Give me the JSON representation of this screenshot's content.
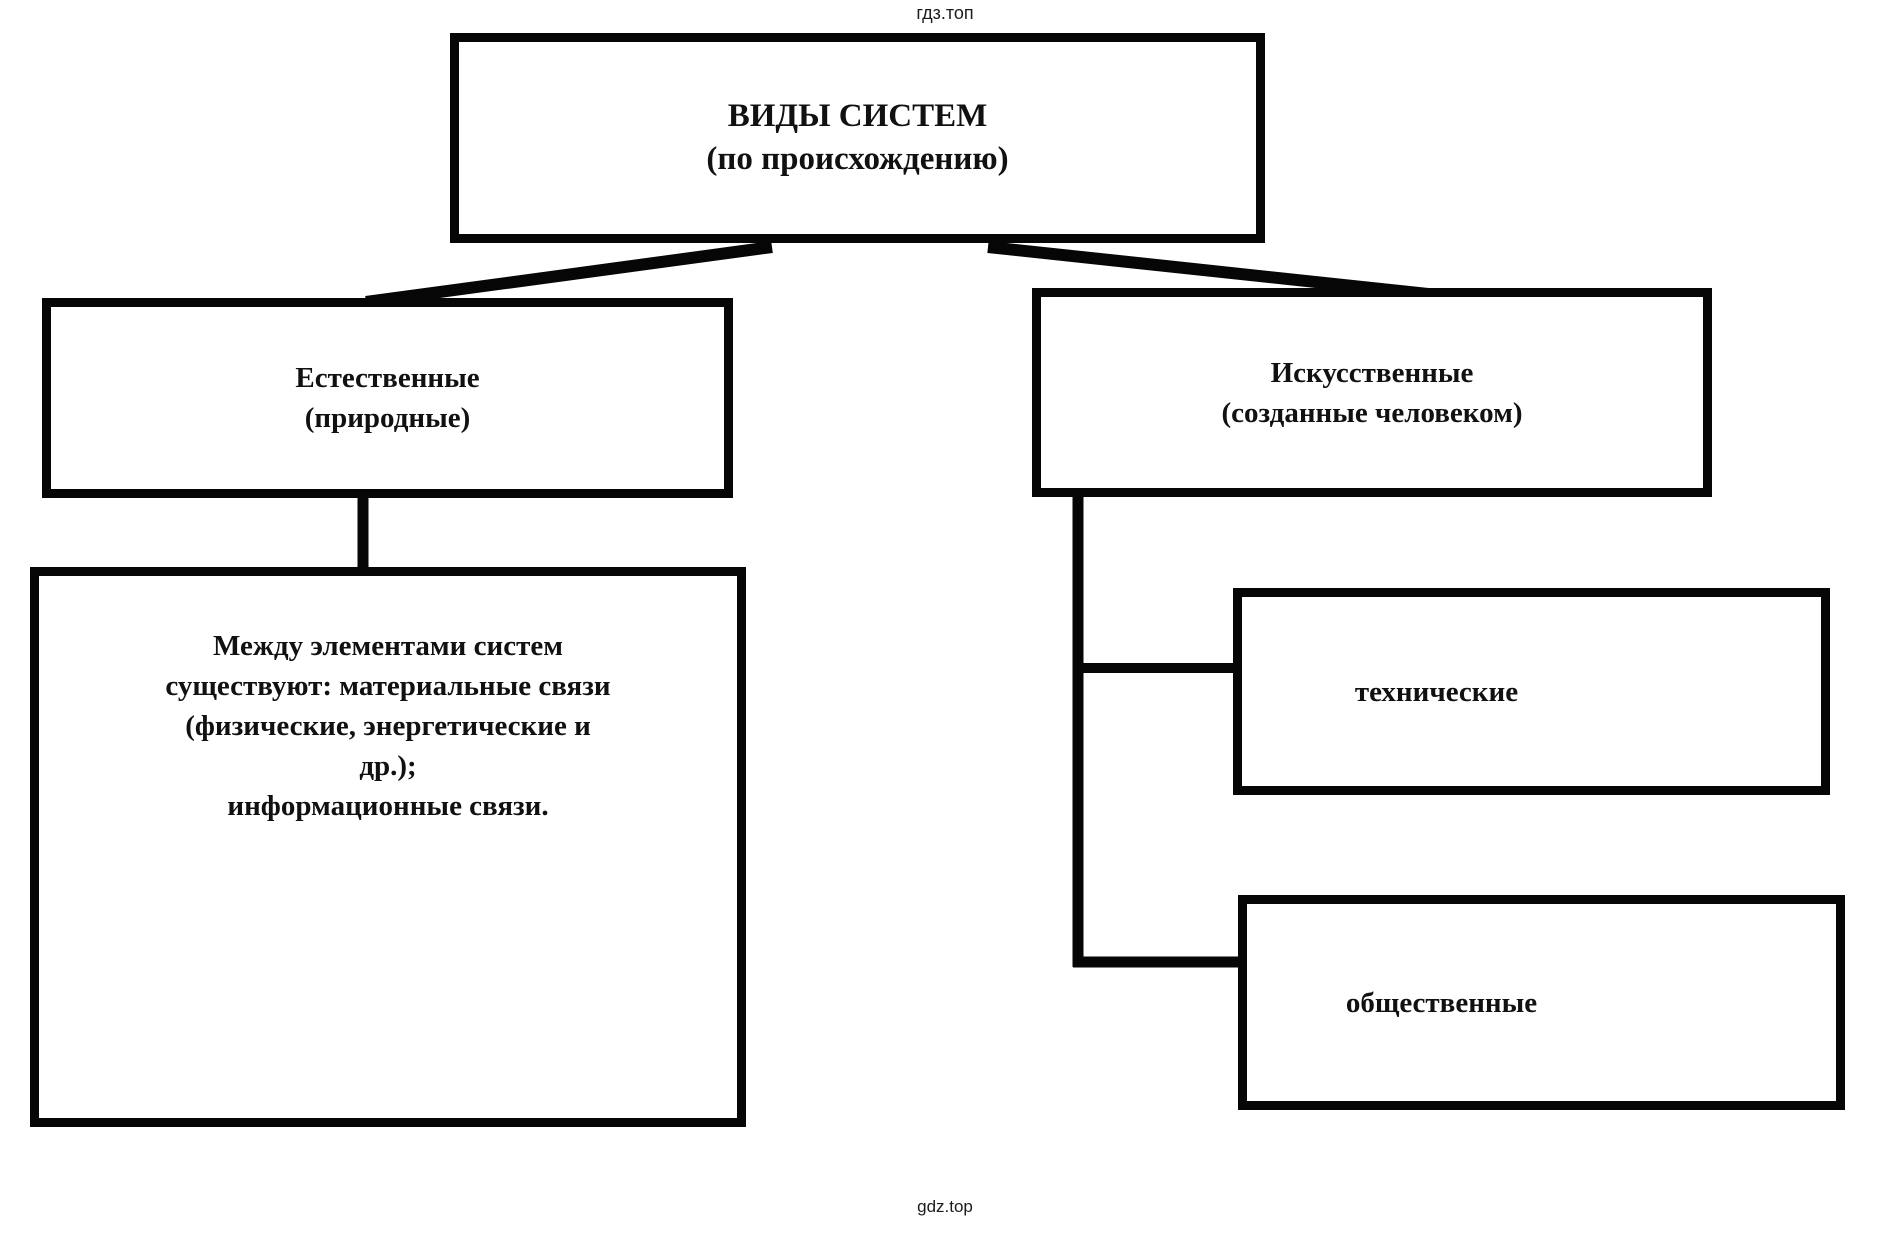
{
  "page": {
    "watermark_top": "гдз.топ",
    "watermark_bottom": "gdz.top"
  },
  "diagram": {
    "type": "flowchart",
    "colors": {
      "background": "#ffffff",
      "border": "#060606",
      "text": "#111111"
    },
    "nodes": {
      "root": {
        "line1": "ВИДЫ СИСТЕМ",
        "line2": "(по происхождению)"
      },
      "natural": {
        "line1": "Естественные",
        "line2": "(природные)"
      },
      "natural_detail": {
        "lines": [
          "Между элементами систем",
          "существуют: материальные связи",
          "(физические, энергетические и",
          "др.);",
          "информационные связи."
        ]
      },
      "artificial": {
        "line1": "Искусственные",
        "line2": "(созданные человеком)"
      },
      "technical": {
        "label": "технические"
      },
      "social": {
        "label": "общественные"
      }
    },
    "edges": [
      {
        "from": "root",
        "to": "natural"
      },
      {
        "from": "root",
        "to": "artificial"
      },
      {
        "from": "natural",
        "to": "natural_detail"
      },
      {
        "from": "artificial",
        "to": "technical"
      },
      {
        "from": "artificial",
        "to": "social"
      }
    ]
  }
}
